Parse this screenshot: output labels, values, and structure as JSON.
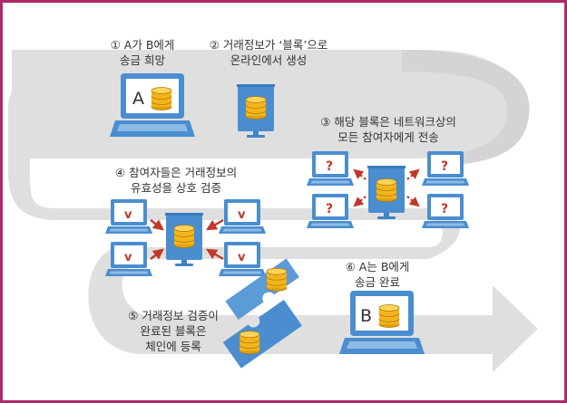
{
  "steps": [
    {
      "num": "①",
      "line1": "A가 B에게",
      "line2": "송금 희망"
    },
    {
      "num": "②",
      "line1": "거래정보가 ‘블록’으로",
      "line2": "온라인에서 생성"
    },
    {
      "num": "③",
      "line1": "해당 블록은 네트워크상의",
      "line2": "모든 참여자에게 전송"
    },
    {
      "num": "④",
      "line1": "참여자들은 거래정보의",
      "line2": "유효성을 상호 검증"
    },
    {
      "num": "⑤",
      "line1": "거래정보 검증이",
      "line2": "완료된 블록은",
      "line3": "체인에 등록"
    },
    {
      "num": "⑥",
      "line1": "A는 B에게",
      "line2": "송금 완료"
    }
  ],
  "marks": {
    "sender": "A",
    "receiver": "B",
    "unknown": "?",
    "verified": "v"
  },
  "colors": {
    "frame": "#b0286a",
    "path": "#dcdcdc",
    "device": "#4a8ed0",
    "screen": "#ffffff",
    "coin": "#f3b41c",
    "arrow": "#c0392b"
  }
}
